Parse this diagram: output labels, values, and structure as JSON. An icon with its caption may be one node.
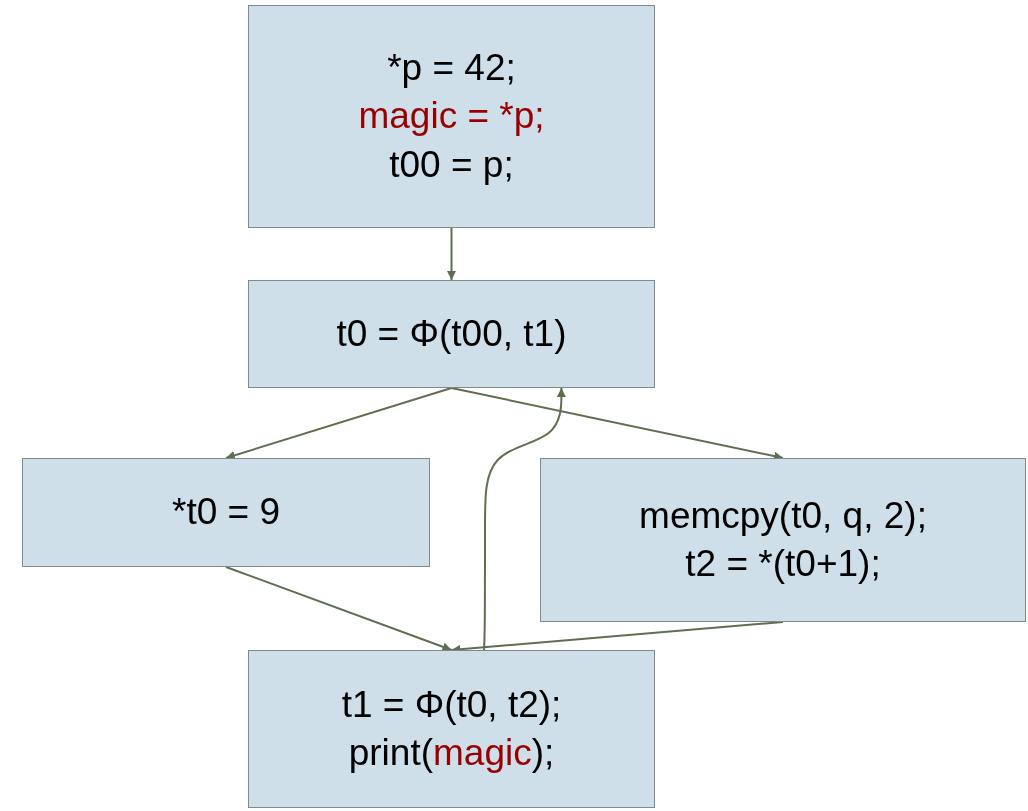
{
  "diagram": {
    "nodes": [
      {
        "text": [
          "*p = 42;",
          "magic = *p;",
          "t00 = p;"
        ]
      },
      {
        "text": [
          "t0 = Φ(t00, t1)"
        ]
      },
      {
        "text": [
          "*t0 = 9"
        ]
      },
      {
        "text": [
          "memcpy(t0, q, 2);",
          "t2 = *(t0+1);"
        ]
      },
      {
        "text": [
          "t1 = Φ(t0, t2);",
          "print(*magic*);"
        ]
      }
    ],
    "edges": [
      {
        "from": 0,
        "to": 1,
        "arrow": "to"
      },
      {
        "from": 1,
        "to": 2,
        "arrow": "to"
      },
      {
        "from": 1,
        "to": 3,
        "arrow": "to"
      },
      {
        "from": 2,
        "to": 4,
        "arrow": "to"
      },
      {
        "from": 3,
        "to": 4,
        "arrow": "to"
      },
      {
        "from": 4,
        "to": 1,
        "arrow": "to"
      }
    ]
  }
}
